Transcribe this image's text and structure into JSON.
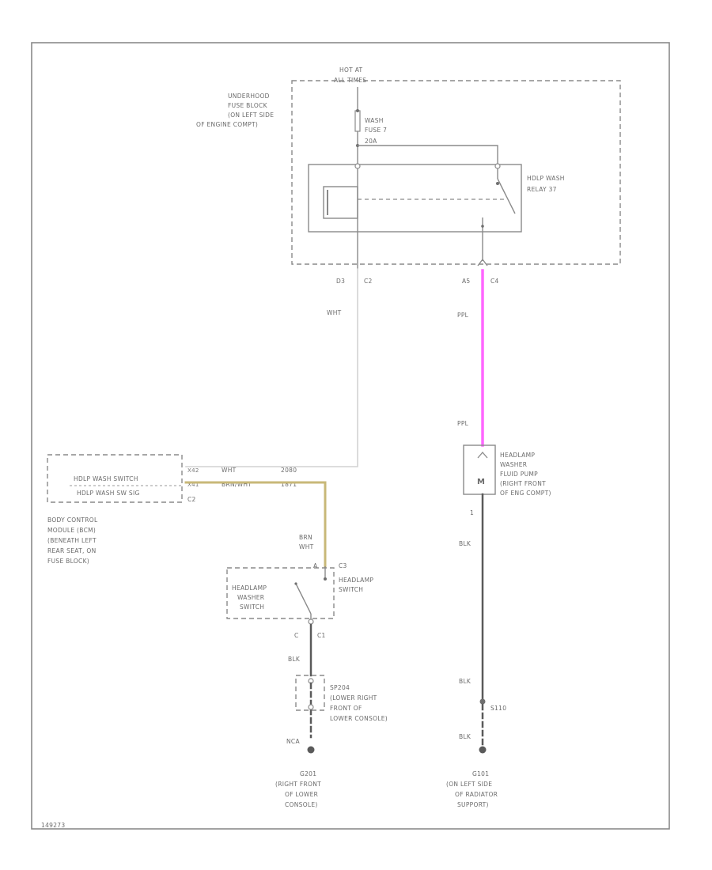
{
  "colors": {
    "border": "#8a8a8a",
    "wire_dark": "#5a5a5a",
    "wire_white": "#d0d0d0",
    "wire_ppl": "#ff66ff",
    "wire_brn_wht": "#c8b878"
  },
  "labels": {
    "hot_at": "HOT AT",
    "all_times": "ALL TIMES",
    "fuse_block_1": "UNDERHOOD",
    "fuse_block_2": "FUSE BLOCK",
    "fuse_block_3": "(ON LEFT SIDE",
    "fuse_block_4": "OF ENGINE COMPT)",
    "fuse_1": "WASH",
    "fuse_2": "FUSE 7",
    "fuse_3": "20A",
    "relay_1": "HDLP WASH",
    "relay_2": "RELAY 37",
    "conn_d3": "D3",
    "conn_c2a": "C2",
    "conn_a5": "A5",
    "conn_c4": "C4",
    "wire_wht": "WHT",
    "wire_ppl_top": "PPL",
    "wire_ppl_bot": "PPL",
    "pump_1": "HEADLAMP",
    "pump_2": "WASHER",
    "pump_3": "FLUID PUMP",
    "pump_4": "(RIGHT FRONT",
    "pump_5": "OF ENG COMPT)",
    "pump_pin": "1",
    "bcm_switch": "HDLP WASH SWITCH",
    "bcm_sw_sig": "HDLP WASH SW SIG",
    "bcm_pin_x2": "X42",
    "bcm_pin_x1": "X41",
    "bcm_conn": "C2",
    "w_wht2": "WHT",
    "w_code1": "2080",
    "w_brnwht": "BRN/WHT",
    "w_code2": "1871",
    "bcm_1": "BODY CONTROL",
    "bcm_2": "MODULE (BCM)",
    "bcm_3": "(BENEATH LEFT",
    "bcm_4": "REAR SEAT, ON",
    "bcm_5": "FUSE BLOCK)",
    "brn": "BRN",
    "wht": "WHT",
    "sw_pin_a": "A",
    "sw_conn_c3": "C3",
    "sw_1": "HEADLAMP",
    "sw_2": "WASHER",
    "sw_3": "SWITCH",
    "sw_right_1": "HEADLAMP",
    "sw_right_2": "SWITCH",
    "sw_pin_c": "C",
    "sw_conn_c1": "C1",
    "blk_1": "BLK",
    "sp_1": "SP204",
    "sp_2": "(LOWER RIGHT",
    "sp_3": "FRONT OF",
    "sp_4": "LOWER CONSOLE)",
    "nca": "NCA",
    "g_1": "G201",
    "g_2": "(RIGHT FRONT",
    "g_3": "OF LOWER",
    "g_4": "CONSOLE)",
    "blk_2": "BLK",
    "blk_3": "BLK",
    "s110": "S110",
    "blk_4": "BLK",
    "g2_1": "G101",
    "g2_2": "(ON LEFT SIDE",
    "g2_3": "OF RADIATOR",
    "g2_4": "SUPPORT)",
    "figure_id": "149273"
  }
}
